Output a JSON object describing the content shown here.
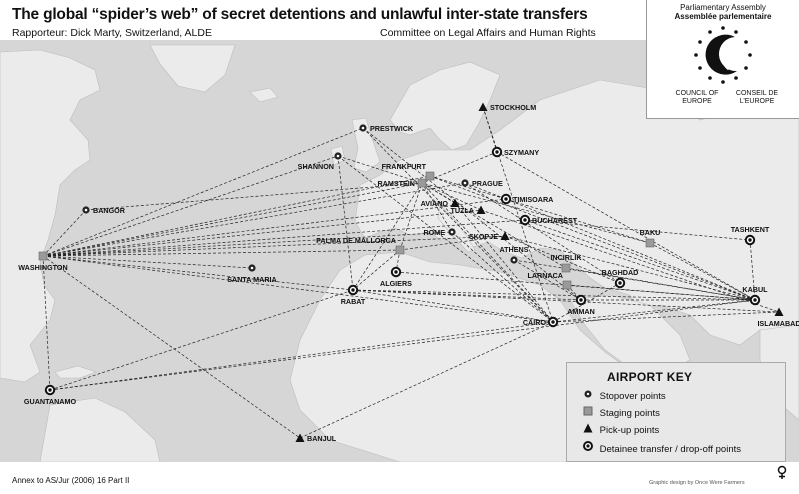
{
  "header": {
    "title": "The global “spider’s web” of secret detentions and unlawful inter-state transfers",
    "rapporteur": "Rapporteur: Dick Marty, Switzerland, ALDE",
    "committee": "Committee on Legal Affairs and Human Rights"
  },
  "logo": {
    "line1": "Parliamentary Assembly",
    "line2": "Assemblée parlementaire",
    "en": "COUNCIL OF EUROPE",
    "fr": "CONSEIL DE L’EUROPE"
  },
  "airports": [
    {
      "name": "STOCKHOLM",
      "type": "pickup"
    },
    {
      "name": "PRESTWICK",
      "type": "stopover"
    },
    {
      "name": "SZYMANY",
      "type": "transfer"
    },
    {
      "name": "SHANNON",
      "type": "stopover"
    },
    {
      "name": "FRANKFURT",
      "type": "staging"
    },
    {
      "name": "RAMSTEIN",
      "type": "staging"
    },
    {
      "name": "PRAGUE",
      "type": "stopover"
    },
    {
      "name": "BANGOR",
      "type": "stopover"
    },
    {
      "name": "AVIANO",
      "type": "pickup"
    },
    {
      "name": "TUZLA",
      "type": "pickup"
    },
    {
      "name": "TIMISOARA",
      "type": "transfer"
    },
    {
      "name": "BUCHAREST",
      "type": "transfer"
    },
    {
      "name": "ROME",
      "type": "stopover"
    },
    {
      "name": "SKOPJE",
      "type": "pickup"
    },
    {
      "name": "PALMA DE MALLORCA",
      "type": "staging"
    },
    {
      "name": "BAKU",
      "type": "staging"
    },
    {
      "name": "TASHKENT",
      "type": "transfer"
    },
    {
      "name": "WASHINGTON",
      "type": "staging"
    },
    {
      "name": "ATHENS",
      "type": "stopover"
    },
    {
      "name": "INCIRLIK",
      "type": "staging"
    },
    {
      "name": "SANTA MARIA",
      "type": "stopover"
    },
    {
      "name": "ALGIERS",
      "type": "transfer"
    },
    {
      "name": "BAGHDAD",
      "type": "transfer"
    },
    {
      "name": "RABAT",
      "type": "transfer"
    },
    {
      "name": "LARNACA",
      "type": "staging"
    },
    {
      "name": "KABUL",
      "type": "transfer"
    },
    {
      "name": "AMMAN",
      "type": "transfer"
    },
    {
      "name": "ISLAMABAD",
      "type": "pickup"
    },
    {
      "name": "CAIRO",
      "type": "transfer"
    },
    {
      "name": "GUANTANAMO",
      "type": "transfer"
    },
    {
      "name": "BANJUL",
      "type": "pickup"
    }
  ],
  "key": {
    "title": "AIRPORT KEY",
    "items": [
      {
        "label": "Stopover points"
      },
      {
        "label": "Staging points"
      },
      {
        "label": "Pick-up points"
      },
      {
        "label": "Detainee transfer / drop-off points"
      }
    ]
  },
  "footer": {
    "annex": "Annex to AS/Jur (2006) 16 Part II",
    "credit": "Graphic design by Once Were Farmers"
  },
  "colors": {
    "map_bg": "#d6d6d6",
    "land": "#ebebeb",
    "route": "#222222"
  }
}
